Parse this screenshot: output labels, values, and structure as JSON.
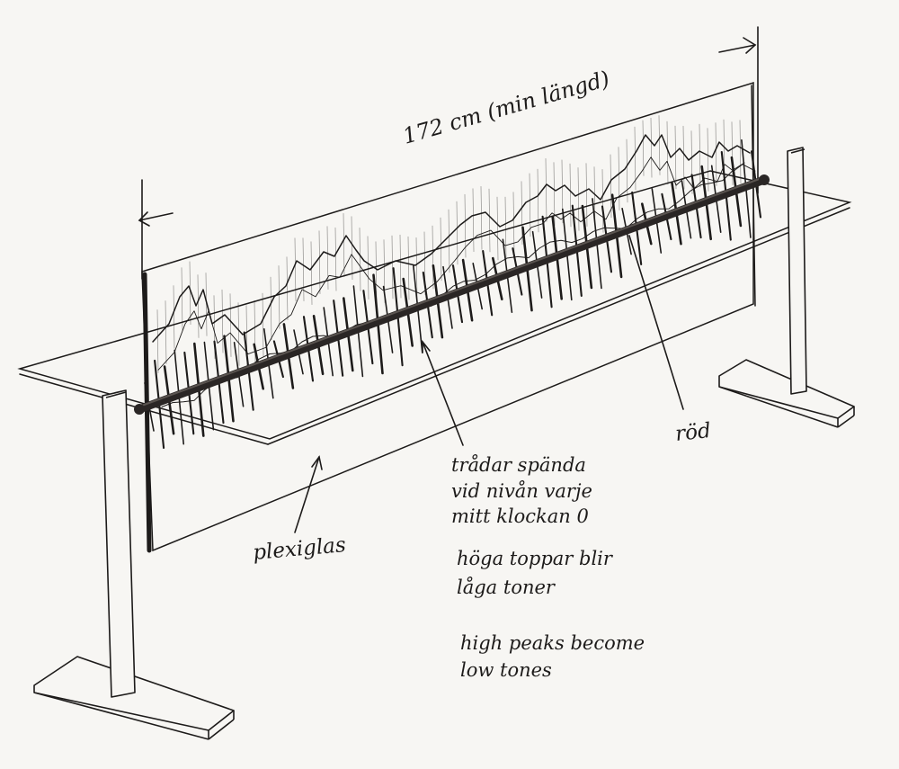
{
  "sketch": {
    "dimension_label": "172 cm (min längd)",
    "labels": {
      "rod": "röd",
      "plexiglas": "plexiglas",
      "threads_line1": "trådar spända",
      "threads_line2": "vid nivån varje",
      "threads_line3": "mitt klockan 0",
      "note_sv_line1": "höga toppar blir",
      "note_sv_line2": "låga toner",
      "note_en_line1": "high peaks become",
      "note_en_line2": "low tones"
    },
    "colors": {
      "paper": "#f7f6f3",
      "ink": "#1d1b1a",
      "rod": "#2a2625"
    }
  }
}
